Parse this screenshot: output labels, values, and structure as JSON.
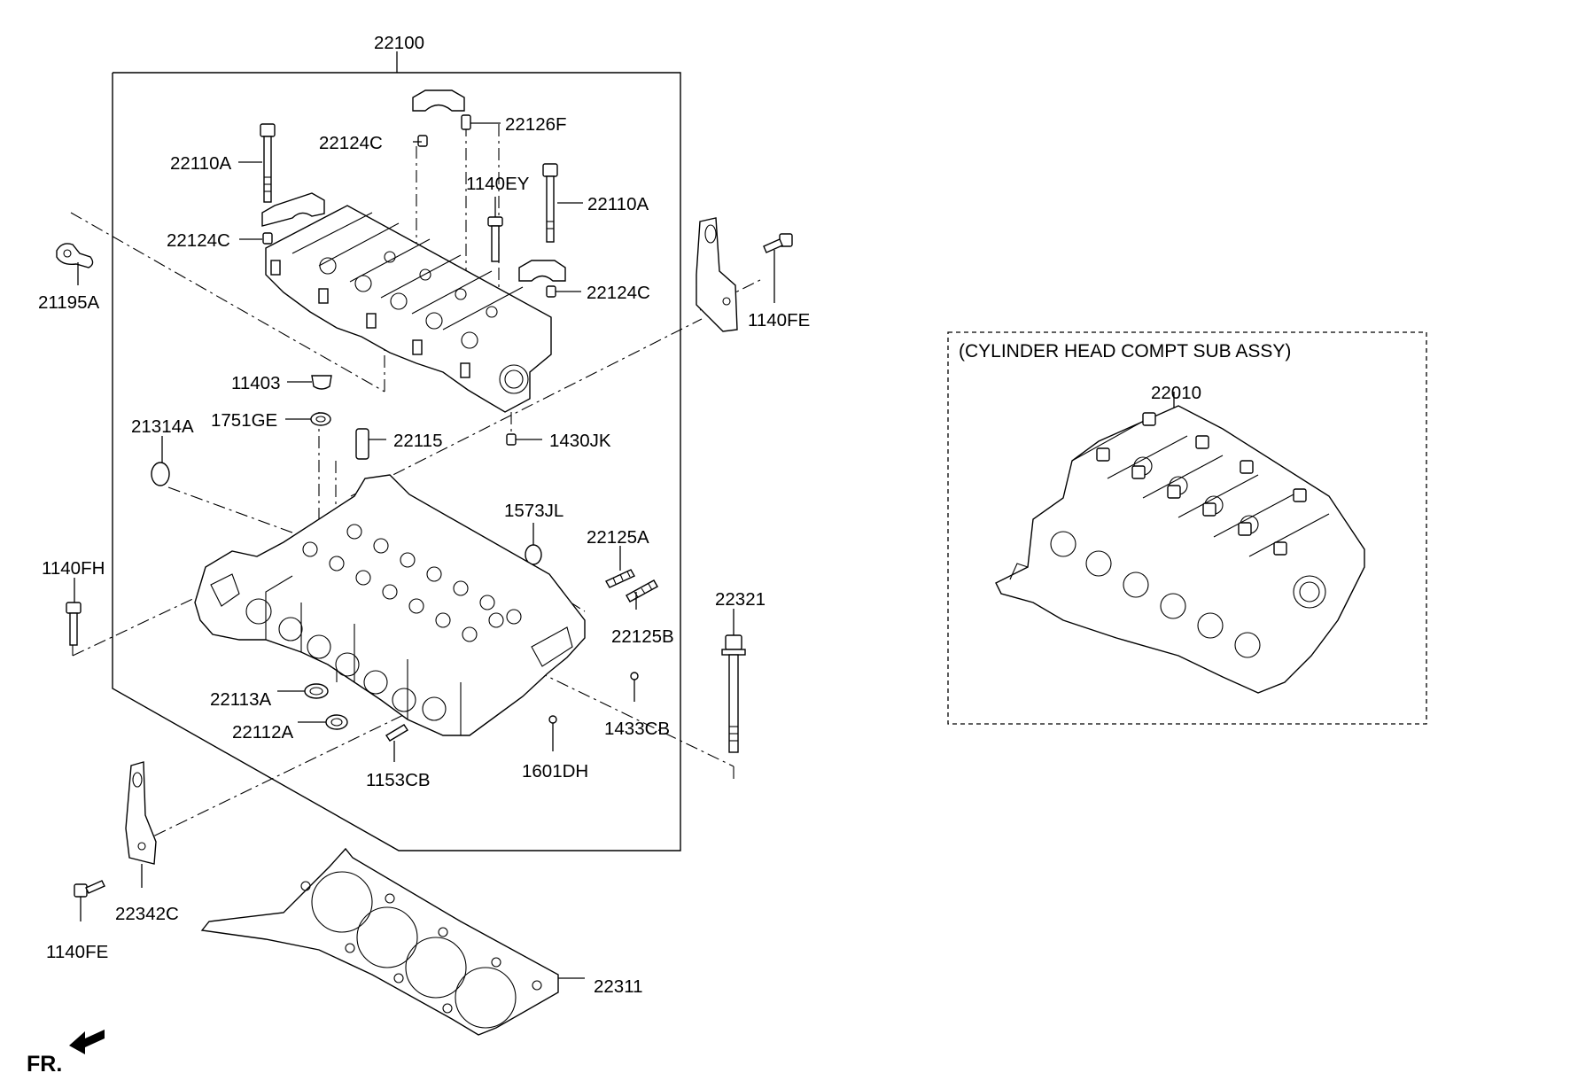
{
  "diagram": {
    "front_label": "FR.",
    "sub_assembly_title": "(CYLINDER HEAD COMPT SUB ASSY)",
    "parts": {
      "p22100": "22100",
      "p22126F": "22126F",
      "p22124C_a": "22124C",
      "p22110A_a": "22110A",
      "p1140EY": "1140EY",
      "p22110A_b": "22110A",
      "p22124C_b": "22124C",
      "p22124C_c": "22124C",
      "p21195A": "21195A",
      "p1140FE_a": "1140FE",
      "p11403": "11403",
      "p1751GE": "1751GE",
      "p21314A": "21314A",
      "p22115": "22115",
      "p1430JK": "1430JK",
      "p1573JL": "1573JL",
      "p22125A": "22125A",
      "p22125B": "22125B",
      "p1140FH": "1140FH",
      "p22321": "22321",
      "p22113A": "22113A",
      "p22112A": "22112A",
      "p1433CB": "1433CB",
      "p1153CB": "1153CB",
      "p1601DH": "1601DH",
      "p22342C": "22342C",
      "p1140FE_b": "1140FE",
      "p22311": "22311",
      "p22010": "22010"
    }
  }
}
